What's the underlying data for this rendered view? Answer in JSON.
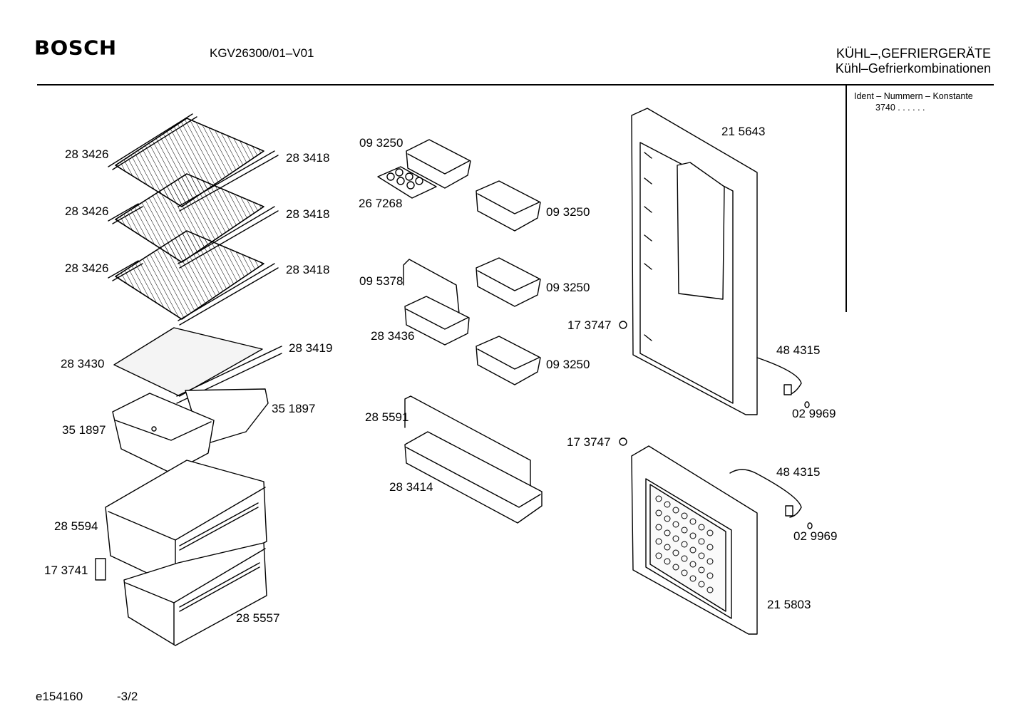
{
  "header": {
    "brand": "BOSCH",
    "model": "KGV26300/01–V01",
    "category_line1": "KÜHL–,GEFRIERGERÄTE",
    "category_line2": "Kühl–Gefrierkombinationen"
  },
  "ident_box": {
    "label": "Ident – Nummern – Konstante",
    "value": "3740  .  .  .  .  .  ."
  },
  "footer": {
    "drawing_code": "e154160",
    "page": "-3/2"
  },
  "parts": {
    "shelf_glass_1": "28 3426",
    "shelf_trim_1": "28 3418",
    "shelf_glass_2": "28 3426",
    "shelf_trim_2": "28 3418",
    "shelf_glass_3": "28 3426",
    "shelf_trim_3": "28 3418",
    "crisper_cover": "28 3430",
    "crisper_cover_trim": "28 3419",
    "small_tray_right": "35 1897",
    "small_tray_left": "35 1897",
    "drawer_upper": "28 5594",
    "drawer_clip": "17 3741",
    "drawer_lower": "28 5557",
    "egg_tray": "26 7268",
    "door_shelf_top": "09 3250",
    "door_shelf_2": "09 3250",
    "door_shelf_3": "09 3250",
    "door_shelf_4": "09 3250",
    "bottle_retainer_small": "09 5378",
    "door_shelf_medium": "28 3436",
    "bottle_retainer_large": "28 5591",
    "bottle_shelf": "28 3414",
    "fridge_door": "21 5643",
    "hinge_cap_upper": "17 3747",
    "handle_upper": "48 4315",
    "screw_upper": "02 9969",
    "hinge_cap_lower": "17 3747",
    "handle_lower": "48 4315",
    "screw_lower": "02 9969",
    "freezer_door": "21 5803"
  }
}
